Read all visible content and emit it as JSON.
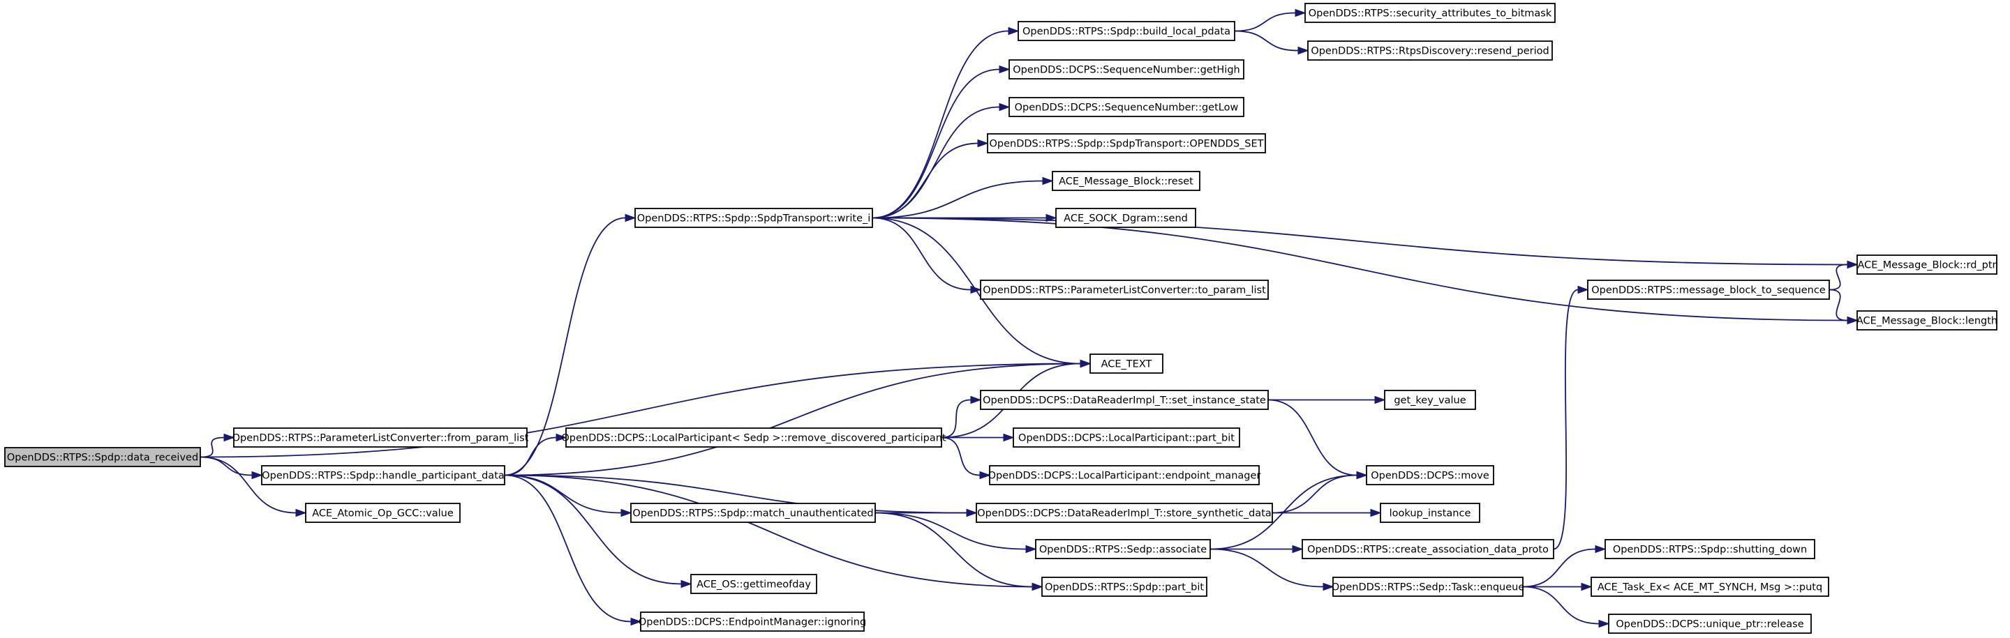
{
  "diagram": {
    "type": "call-graph",
    "colors": {
      "edge": "#191970",
      "root_fill": "#bfbfbf",
      "node_fill": "#ffffff",
      "node_border": "#000000"
    },
    "root": "data_received",
    "nodes": [
      {
        "id": "data_received",
        "label": "OpenDDS::RTPS::Spdp::data_received",
        "root": true
      },
      {
        "id": "from_param_list",
        "label": "OpenDDS::RTPS::ParameterListConverter::from_param_list"
      },
      {
        "id": "handle_participant_data",
        "label": "OpenDDS::RTPS::Spdp::handle_participant_data"
      },
      {
        "id": "atomic_value",
        "label": "ACE_Atomic_Op_GCC::value"
      },
      {
        "id": "write_i",
        "label": "OpenDDS::RTPS::Spdp::SpdpTransport::write_i"
      },
      {
        "id": "remove_discovered",
        "label": "OpenDDS::DCPS::LocalParticipant< Sedp >::remove_discovered_participant"
      },
      {
        "id": "match_unauth",
        "label": "OpenDDS::RTPS::Spdp::match_unauthenticated"
      },
      {
        "id": "gettimeofday",
        "label": "ACE_OS::gettimeofday"
      },
      {
        "id": "em_ignoring",
        "label": "OpenDDS::DCPS::EndpointManager::ignoring"
      },
      {
        "id": "build_local_pdata",
        "label": "OpenDDS::RTPS::Spdp::build_local_pdata"
      },
      {
        "id": "get_high",
        "label": "OpenDDS::DCPS::SequenceNumber::getHigh"
      },
      {
        "id": "get_low",
        "label": "OpenDDS::DCPS::SequenceNumber::getLow"
      },
      {
        "id": "opendds_set",
        "label": "OpenDDS::RTPS::Spdp::SpdpTransport::OPENDDS_SET"
      },
      {
        "id": "mb_reset",
        "label": "ACE_Message_Block::reset"
      },
      {
        "id": "sock_send",
        "label": "ACE_SOCK_Dgram::send"
      },
      {
        "id": "to_param_list",
        "label": "OpenDDS::RTPS::ParameterListConverter::to_param_list"
      },
      {
        "id": "ace_text",
        "label": "ACE_TEXT"
      },
      {
        "id": "set_instance_state",
        "label": "OpenDDS::DCPS::DataReaderImpl_T::set_instance_state"
      },
      {
        "id": "lp_part_bit",
        "label": "OpenDDS::DCPS::LocalParticipant::part_bit"
      },
      {
        "id": "endpoint_manager",
        "label": "OpenDDS::DCPS::LocalParticipant::endpoint_manager"
      },
      {
        "id": "store_synthetic",
        "label": "OpenDDS::DCPS::DataReaderImpl_T::store_synthetic_data"
      },
      {
        "id": "sedp_associate",
        "label": "OpenDDS::RTPS::Sedp::associate"
      },
      {
        "id": "spdp_part_bit",
        "label": "OpenDDS::RTPS::Spdp::part_bit"
      },
      {
        "id": "security_attr",
        "label": "OpenDDS::RTPS::security_attributes_to_bitmask"
      },
      {
        "id": "resend_period",
        "label": "OpenDDS::RTPS::RtpsDiscovery::resend_period"
      },
      {
        "id": "get_key_value",
        "label": "get_key_value"
      },
      {
        "id": "dcps_move",
        "label": "OpenDDS::DCPS::move"
      },
      {
        "id": "lookup_instance",
        "label": "lookup_instance"
      },
      {
        "id": "create_assoc",
        "label": "OpenDDS::RTPS::create_association_data_proto"
      },
      {
        "id": "task_enqueue",
        "label": "OpenDDS::RTPS::Sedp::Task::enqueue"
      },
      {
        "id": "mb_to_seq",
        "label": "OpenDDS::RTPS::message_block_to_sequence"
      },
      {
        "id": "shutting_down",
        "label": "OpenDDS::RTPS::Spdp::shutting_down"
      },
      {
        "id": "task_putq",
        "label": "ACE_Task_Ex< ACE_MT_SYNCH, Msg >::putq"
      },
      {
        "id": "unique_release",
        "label": "OpenDDS::DCPS::unique_ptr::release"
      },
      {
        "id": "mb_rd_ptr",
        "label": "ACE_Message_Block::rd_ptr"
      },
      {
        "id": "mb_length",
        "label": "ACE_Message_Block::length"
      }
    ],
    "edges": [
      [
        "data_received",
        "from_param_list"
      ],
      [
        "data_received",
        "handle_participant_data"
      ],
      [
        "data_received",
        "atomic_value"
      ],
      [
        "data_received",
        "ace_text"
      ],
      [
        "handle_participant_data",
        "write_i"
      ],
      [
        "handle_participant_data",
        "ace_text"
      ],
      [
        "handle_participant_data",
        "remove_discovered"
      ],
      [
        "handle_participant_data",
        "match_unauth"
      ],
      [
        "handle_participant_data",
        "store_synthetic"
      ],
      [
        "handle_participant_data",
        "spdp_part_bit"
      ],
      [
        "handle_participant_data",
        "gettimeofday"
      ],
      [
        "handle_participant_data",
        "em_ignoring"
      ],
      [
        "write_i",
        "build_local_pdata"
      ],
      [
        "write_i",
        "get_high"
      ],
      [
        "write_i",
        "get_low"
      ],
      [
        "write_i",
        "opendds_set"
      ],
      [
        "write_i",
        "mb_reset"
      ],
      [
        "write_i",
        "sock_send"
      ],
      [
        "write_i",
        "mb_rd_ptr"
      ],
      [
        "write_i",
        "to_param_list"
      ],
      [
        "write_i",
        "mb_length"
      ],
      [
        "write_i",
        "ace_text"
      ],
      [
        "build_local_pdata",
        "security_attr"
      ],
      [
        "build_local_pdata",
        "resend_period"
      ],
      [
        "remove_discovered",
        "ace_text"
      ],
      [
        "remove_discovered",
        "set_instance_state"
      ],
      [
        "remove_discovered",
        "lp_part_bit"
      ],
      [
        "remove_discovered",
        "endpoint_manager"
      ],
      [
        "match_unauth",
        "store_synthetic"
      ],
      [
        "match_unauth",
        "sedp_associate"
      ],
      [
        "match_unauth",
        "spdp_part_bit"
      ],
      [
        "set_instance_state",
        "get_key_value"
      ],
      [
        "set_instance_state",
        "dcps_move"
      ],
      [
        "store_synthetic",
        "dcps_move"
      ],
      [
        "store_synthetic",
        "lookup_instance"
      ],
      [
        "sedp_associate",
        "dcps_move"
      ],
      [
        "sedp_associate",
        "create_assoc"
      ],
      [
        "sedp_associate",
        "task_enqueue"
      ],
      [
        "create_assoc",
        "mb_to_seq"
      ],
      [
        "task_enqueue",
        "shutting_down"
      ],
      [
        "task_enqueue",
        "task_putq"
      ],
      [
        "task_enqueue",
        "unique_release"
      ],
      [
        "mb_to_seq",
        "mb_rd_ptr"
      ],
      [
        "mb_to_seq",
        "mb_length"
      ]
    ]
  }
}
